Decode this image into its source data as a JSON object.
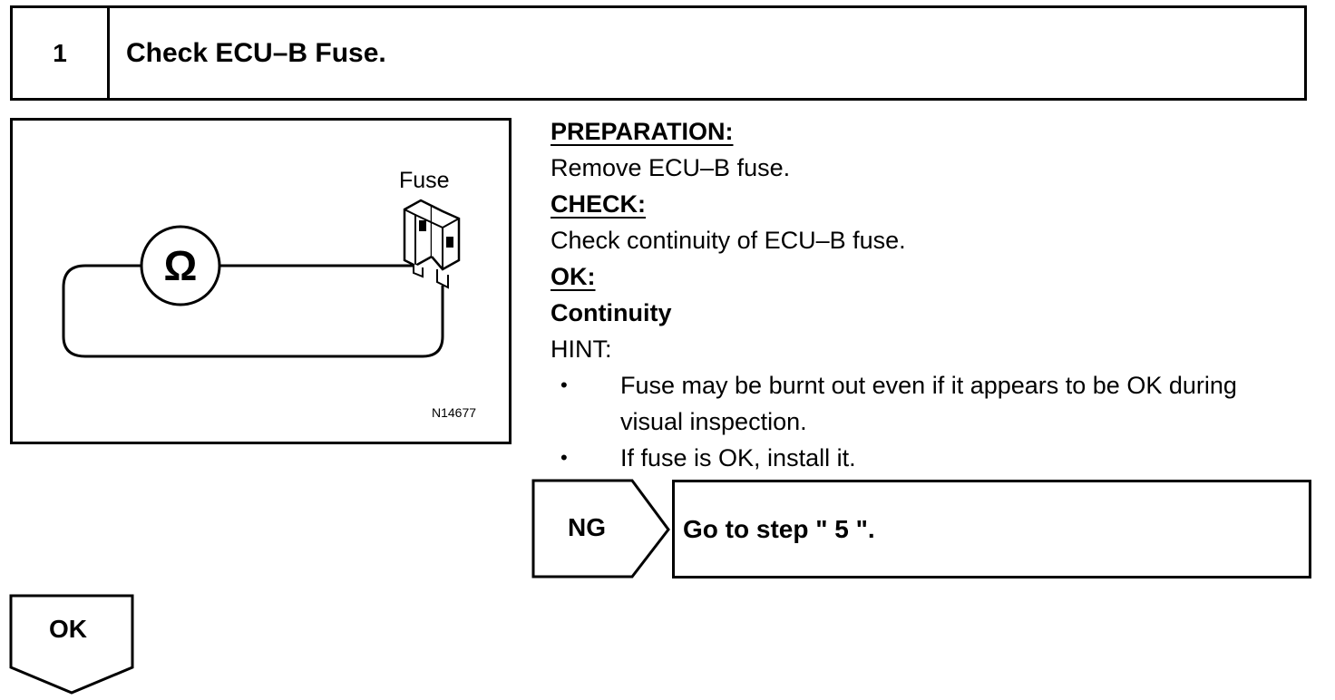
{
  "step": {
    "number": "1",
    "title": "Check ECU–B Fuse."
  },
  "figure": {
    "component_label": "Fuse",
    "meter_symbol": "Ω",
    "figure_code": "N14677"
  },
  "instructions": {
    "preparation_heading": "PREPARATION:",
    "preparation_text": "Remove ECU–B fuse.",
    "check_heading": "CHECK:",
    "check_text": "Check continuity of ECU–B fuse.",
    "ok_heading": "OK:",
    "ok_text": "Continuity",
    "hint_label": "HINT:",
    "hints": [
      "Fuse may be burnt out even if it appears to be OK during",
      "visual inspection.",
      "If fuse is OK, install it."
    ],
    "bullet": "•"
  },
  "ng_branch": {
    "label": "NG",
    "action": "Go to step \" 5 \"."
  },
  "ok_branch": {
    "label": "OK"
  }
}
